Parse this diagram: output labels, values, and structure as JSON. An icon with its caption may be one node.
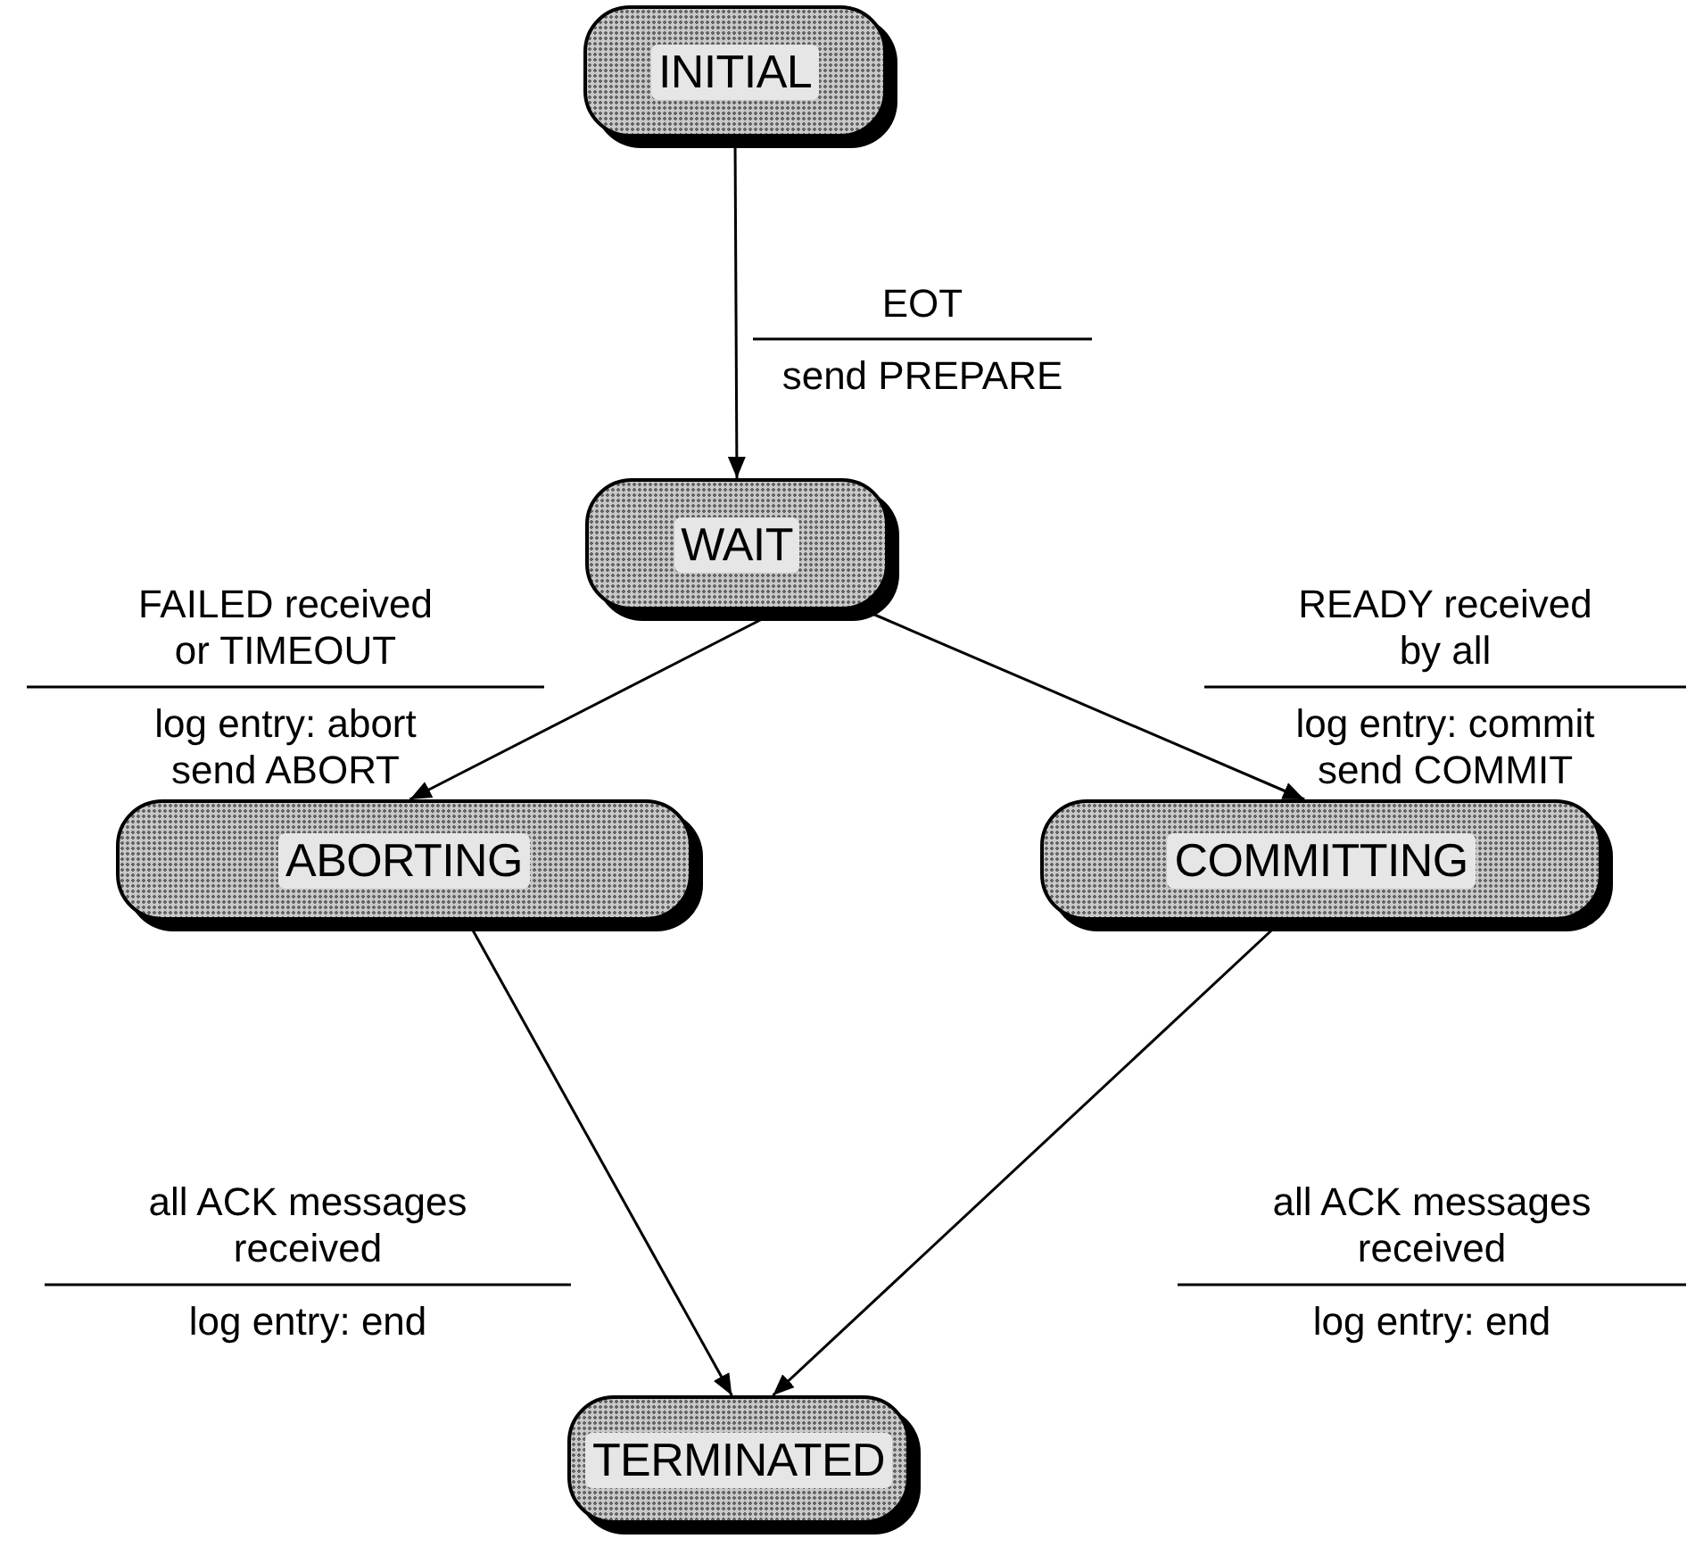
{
  "diagram": {
    "nodes": [
      {
        "text": [
          "INITIAL"
        ]
      },
      {
        "text": [
          "WAIT"
        ]
      },
      {
        "text": [
          "ABORTING"
        ]
      },
      {
        "text": [
          "COMMITTING"
        ]
      },
      {
        "text": [
          "TERMINATED"
        ]
      }
    ],
    "edges": [
      {
        "from": 0,
        "to": 1,
        "arrow": "to",
        "label": "EOT"
      },
      {
        "from": 1,
        "to": 2,
        "arrow": "to",
        "label": "FAILED received or TIMEOUT"
      },
      {
        "from": 1,
        "to": 3,
        "arrow": "to",
        "label": "READY received by all"
      },
      {
        "from": 2,
        "to": 4,
        "arrow": "to",
        "label": "all ACK messages received"
      },
      {
        "from": 3,
        "to": 4,
        "arrow": "to",
        "label": "all ACK messages received"
      }
    ],
    "labels": [
      "send PREPARE",
      "log entry: abort send ABORT",
      "log entry: commit send COMMIT",
      "log entry: end",
      "log entry: end"
    ]
  }
}
